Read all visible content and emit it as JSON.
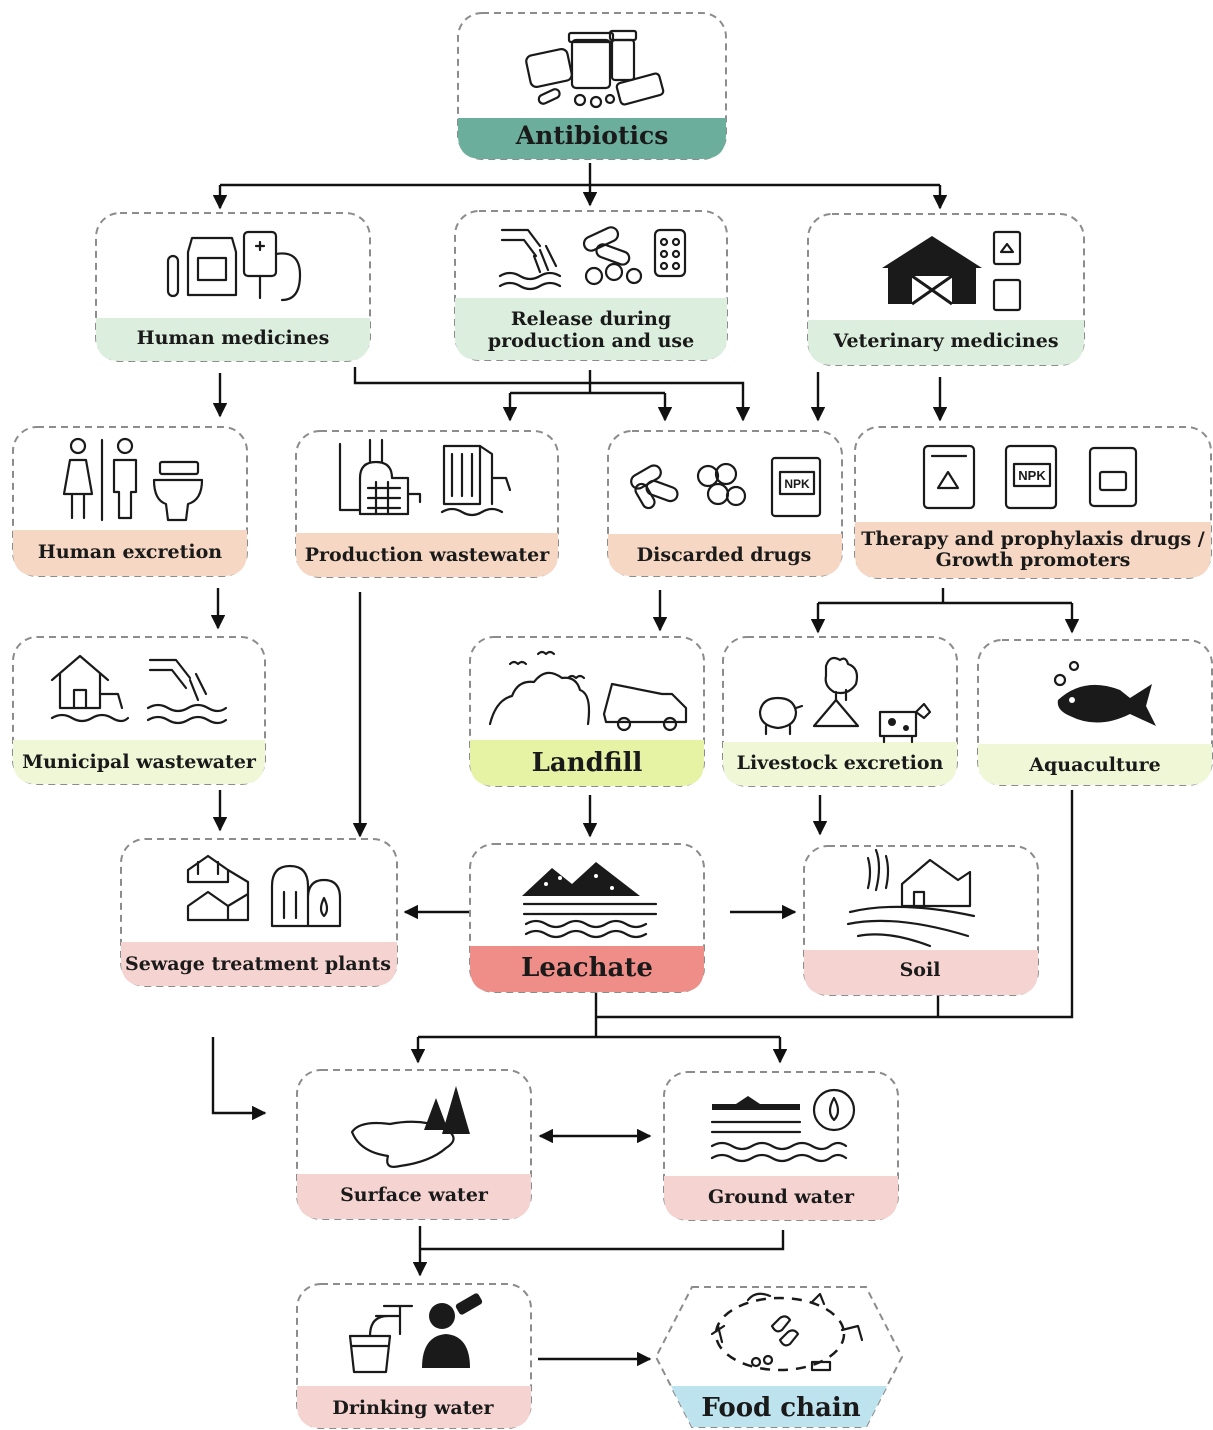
{
  "nodes": {
    "antibiotics": {
      "label": "Antibiotics"
    },
    "human_medicines": {
      "label": "Human medicines"
    },
    "release": {
      "label_line1": "Release during",
      "label_line2": "production and use"
    },
    "veterinary_medicines": {
      "label": "Veterinary medicines"
    },
    "human_excretion": {
      "label": "Human excretion"
    },
    "production_wastewater": {
      "label": "Production wastewater"
    },
    "discarded_drugs": {
      "label": "Discarded drugs",
      "npk_badge": "NPK"
    },
    "therapy": {
      "label_line1": "Therapy and prophylaxis drugs /",
      "label_line2": "Growth promoters",
      "npk_badge": "NPK"
    },
    "municipal_wastewater": {
      "label": "Municipal wastewater"
    },
    "landfill": {
      "label": "Landfill"
    },
    "livestock_excretion": {
      "label": "Livestock excretion"
    },
    "aquaculture": {
      "label": "Aquaculture"
    },
    "sewage_treatment_plants": {
      "label": "Sewage treatment plants"
    },
    "leachate": {
      "label": "Leachate"
    },
    "soil": {
      "label": "Soil"
    },
    "surface_water": {
      "label": "Surface water"
    },
    "ground_water": {
      "label": "Ground water"
    },
    "drinking_water": {
      "label": "Drinking water"
    },
    "food_chain": {
      "label": "Food chain"
    }
  },
  "colors": {
    "teal": "#6cae9c",
    "mint": "#dceedd",
    "peach": "#f6d7c3",
    "lime": "#e6f3a4",
    "pale_yellow": "#f0f7d7",
    "pink": "#f4d3d0",
    "red": "#ef8e88",
    "light_blue": "#bde3ee",
    "border": "#8c8c8c"
  }
}
